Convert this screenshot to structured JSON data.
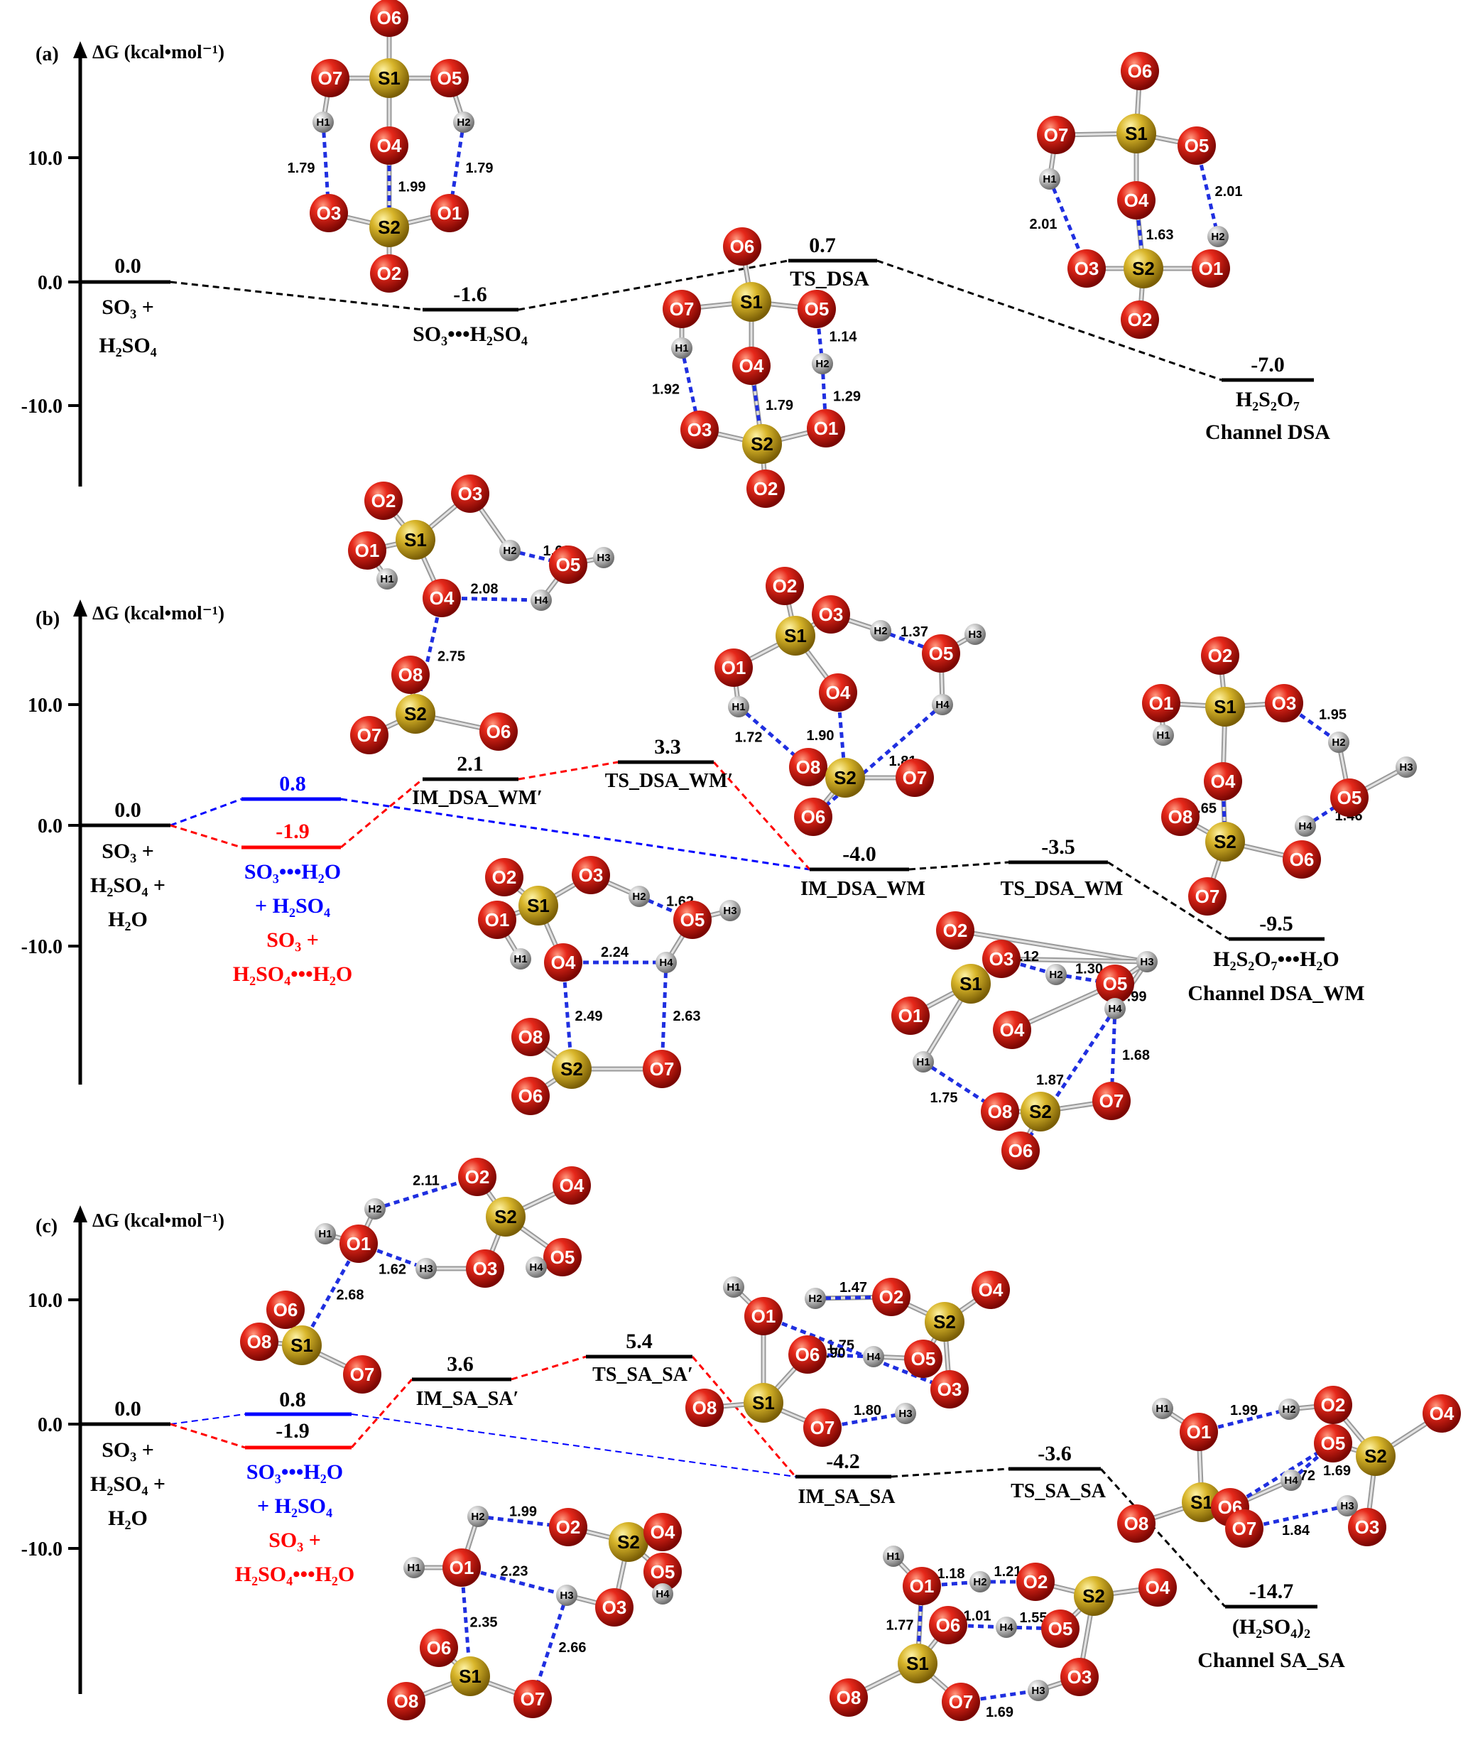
{
  "colors": {
    "axis": "#000000",
    "black_path": "#000000",
    "blue_path": "#0000ff",
    "red_path": "#ff0000",
    "oxygen": "#d91a0f",
    "sulfur": "#d6b628",
    "hydrogen": "#c6c6c6",
    "hbond": "#1f2fe0"
  },
  "panels": [
    {
      "id": "a",
      "label": "(a)",
      "axis_title": "ΔG (kcal•mol⁻¹)",
      "ticks": [
        "10.0",
        "0.0",
        "-10.0"
      ],
      "levels": [
        {
          "value": "0.0",
          "label_lines": [
            "SO₃ +",
            "H₂SO₄"
          ],
          "path": "black"
        },
        {
          "value": "-1.6",
          "label_lines": [
            "SO₃•••H₂SO₄"
          ],
          "path": "black"
        },
        {
          "value": "0.7",
          "label_lines": [
            "TS_DSA"
          ],
          "path": "black"
        },
        {
          "value": "-7.0",
          "label_lines": [
            "H₂S₂O₇",
            "Channel DSA"
          ],
          "path": "black"
        }
      ]
    },
    {
      "id": "b",
      "label": "(b)",
      "axis_title": "ΔG (kcal•mol⁻¹)",
      "ticks": [
        "10.0",
        "0.0",
        "-10.0"
      ],
      "levels": [
        {
          "value": "0.0",
          "label_lines": [
            "SO₃ +",
            "H₂SO₄ +",
            "H₂O"
          ],
          "path": "black"
        },
        {
          "value": "0.8",
          "label_lines": [
            "SO₃•••H₂O",
            "+ H₂SO₄"
          ],
          "path": "blue"
        },
        {
          "value": "-1.9",
          "label_lines": [
            "SO₃ +",
            "H₂SO₄•••H₂O"
          ],
          "path": "red"
        },
        {
          "value": "2.1",
          "label_lines": [
            "IM_DSA_WM′"
          ],
          "path": "black"
        },
        {
          "value": "3.3",
          "label_lines": [
            "TS_DSA_WM′"
          ],
          "path": "black"
        },
        {
          "value": "-4.0",
          "label_lines": [
            "IM_DSA_WM"
          ],
          "path": "black"
        },
        {
          "value": "-3.5",
          "label_lines": [
            "TS_DSA_WM"
          ],
          "path": "black"
        },
        {
          "value": "-9.5",
          "label_lines": [
            "H₂S₂O₇•••H₂O",
            "Channel DSA_WM"
          ],
          "path": "black"
        }
      ]
    },
    {
      "id": "c",
      "label": "(c)",
      "axis_title": "ΔG (kcal•mol⁻¹)",
      "ticks": [
        "10.0",
        "0.0",
        "-10.0"
      ],
      "levels": [
        {
          "value": "0.0",
          "label_lines": [
            "SO₃ +",
            "H₂SO₄ +",
            "H₂O"
          ],
          "path": "black"
        },
        {
          "value": "0.8",
          "label_lines": [
            "SO₃•••H₂O",
            "+ H₂SO₄"
          ],
          "path": "blue"
        },
        {
          "value": "-1.9",
          "label_lines": [
            "SO₃ +",
            "H₂SO₄•••H₂O"
          ],
          "path": "red"
        },
        {
          "value": "3.6",
          "label_lines": [
            "IM_SA_SA′"
          ],
          "path": "black"
        },
        {
          "value": "5.4",
          "label_lines": [
            "TS_SA_SA′"
          ],
          "path": "black"
        },
        {
          "value": "-4.2",
          "label_lines": [
            "IM_SA_SA"
          ],
          "path": "black"
        },
        {
          "value": "-3.6",
          "label_lines": [
            "TS_SA_SA"
          ],
          "path": "black"
        },
        {
          "value": "-14.7",
          "label_lines": [
            "(H₂SO₄)₂",
            "Channel SA_SA"
          ],
          "path": "black"
        }
      ]
    }
  ],
  "molecules": [
    {
      "id": "a_complex",
      "atoms": [
        "O6",
        "S1",
        "O7",
        "O5",
        "H1",
        "H2",
        "O4",
        "O3",
        "S2",
        "O1",
        "O2"
      ],
      "distances": [
        "1.79",
        "1.99",
        "1.79"
      ]
    },
    {
      "id": "a_ts",
      "atoms": [
        "O6",
        "O7",
        "S1",
        "O5",
        "H1",
        "H2",
        "O4",
        "O3",
        "S2",
        "O1",
        "O2"
      ],
      "distances": [
        "1.14",
        "1.92",
        "1.79",
        "1.29"
      ]
    },
    {
      "id": "a_product",
      "atoms": [
        "O6",
        "O7",
        "S1",
        "O5",
        "H1",
        "O4",
        "H2",
        "O3",
        "S2",
        "O1",
        "O2"
      ],
      "distances": [
        "2.01",
        "2.01",
        "1.63"
      ]
    },
    {
      "id": "b_im_prime",
      "atoms": [
        "O2",
        "O3",
        "H2",
        "O1",
        "S1",
        "O5",
        "H3",
        "H1",
        "O4",
        "H4",
        "O8",
        "S2",
        "O7",
        "O6"
      ],
      "distances": [
        "1.62",
        "2.08",
        "2.75"
      ]
    },
    {
      "id": "b_ts_prime",
      "atoms": [
        "O2",
        "O3",
        "H2",
        "O5",
        "H3",
        "S1",
        "O1",
        "O4",
        "H4",
        "H1",
        "O8",
        "S2",
        "O6",
        "O7"
      ],
      "distances": [
        "1.37",
        "1.72",
        "1.90",
        "1.81"
      ]
    },
    {
      "id": "b_product",
      "atoms": [
        "O2",
        "O1",
        "S1",
        "O3",
        "H1",
        "H2",
        "O4",
        "O5",
        "H3",
        "O8",
        "H4",
        "S2",
        "O6",
        "O7"
      ],
      "distances": [
        "1.95",
        "1.65",
        "1.46"
      ]
    },
    {
      "id": "b_im",
      "atoms": [
        "O2",
        "O3",
        "H2",
        "O1",
        "S1",
        "O5",
        "H3",
        "H1",
        "O4",
        "H4",
        "O8",
        "S2",
        "O6",
        "O7"
      ],
      "distances": [
        "1.62",
        "2.24",
        "2.49",
        "2.63"
      ]
    },
    {
      "id": "b_ts",
      "atoms": [
        "O2",
        "O3",
        "H2",
        "O5",
        "H3",
        "S1",
        "O1",
        "O4",
        "H4",
        "H1",
        "O8",
        "S2",
        "O6",
        "O7"
      ],
      "distances": [
        "1.12",
        "1.30",
        "0.99",
        "1.87",
        "1.68",
        "1.75"
      ]
    },
    {
      "id": "c_im_prime",
      "atoms": [
        "O2",
        "O4",
        "H2",
        "S2",
        "H1",
        "O1",
        "H3",
        "O3",
        "O5",
        "H4",
        "O6",
        "O8",
        "S1",
        "O7"
      ],
      "distances": [
        "2.11",
        "1.62",
        "2.68"
      ]
    },
    {
      "id": "c_ts_prime",
      "atoms": [
        "H1",
        "H2",
        "O2",
        "O4",
        "O1",
        "S2",
        "O6",
        "H4",
        "O5",
        "O8",
        "S1",
        "O3",
        "O7",
        "H3"
      ],
      "distances": [
        "1.47",
        "1.75",
        "1.90",
        "1.80"
      ]
    },
    {
      "id": "c_product",
      "atoms": [
        "H1",
        "O1",
        "H2",
        "O2",
        "O4",
        "O5",
        "S2",
        "H4",
        "S1",
        "O6",
        "O8",
        "O7",
        "O3",
        "H3"
      ],
      "distances": [
        "1.99",
        "1.72",
        "1.69",
        "1.84"
      ]
    },
    {
      "id": "c_im",
      "atoms": [
        "H2",
        "O2",
        "S2",
        "O4",
        "O5",
        "H4",
        "H1",
        "O1",
        "H3",
        "O3",
        "O6",
        "S1",
        "O8",
        "O7"
      ],
      "distances": [
        "1.99",
        "2.23",
        "2.35",
        "2.66"
      ]
    },
    {
      "id": "c_ts",
      "atoms": [
        "H1",
        "O1",
        "H2",
        "O2",
        "S2",
        "O4",
        "O6",
        "H4",
        "O5",
        "O8",
        "S1",
        "O3",
        "O7",
        "H3"
      ],
      "distances": [
        "1.18",
        "1.21",
        "1.77",
        "1.01",
        "1.55",
        "1.69"
      ]
    }
  ]
}
